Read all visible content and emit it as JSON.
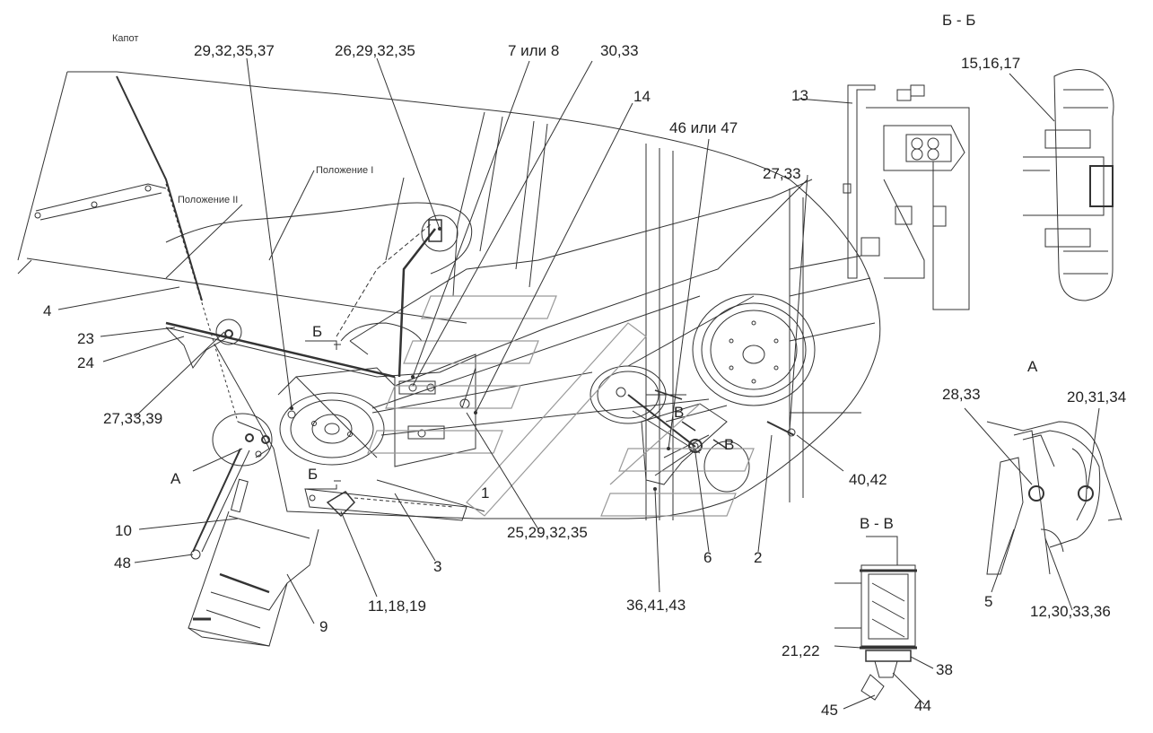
{
  "section_titles": {
    "bb": "Б - Б",
    "a": "А",
    "vv": "В - В"
  },
  "labels": {
    "kapot": "Капот",
    "polozhenie_1": "Положение I",
    "polozhenie_2": "Положение II",
    "l_29_32_35_37": "29,32,35,37",
    "l_26_29_32_35": "26,29,32,35",
    "l_7_ili_8": "7 или 8",
    "l_30_33": "30,33",
    "l_14": "14",
    "l_46_ili_47": "46 или 47",
    "l_27_33": "27,33",
    "l_13": "13",
    "l_15_16_17": "15,16,17",
    "l_4": "4",
    "l_23": "23",
    "l_24": "24",
    "l_27_33_39": "27,33,39",
    "l_A": "А",
    "l_10": "10",
    "l_48": "48",
    "l_9": "9",
    "l_11_18_19": "11,18,19",
    "l_3": "3",
    "l_1": "1",
    "l_25_29_32_35": "25,29,32,35",
    "l_36_41_43": "36,41,43",
    "l_6": "6",
    "l_2": "2",
    "l_40_42": "40,42",
    "l_28_33": "28,33",
    "l_20_31_34": "20,31,34",
    "l_5": "5",
    "l_12_30_33_36": "12,30,33,36",
    "l_21_22": "21,22",
    "l_38": "38",
    "l_44": "44",
    "l_45": "45",
    "cut_B1": "Б",
    "cut_B2": "Б",
    "cut_V1": "В",
    "cut_V2": "В"
  }
}
